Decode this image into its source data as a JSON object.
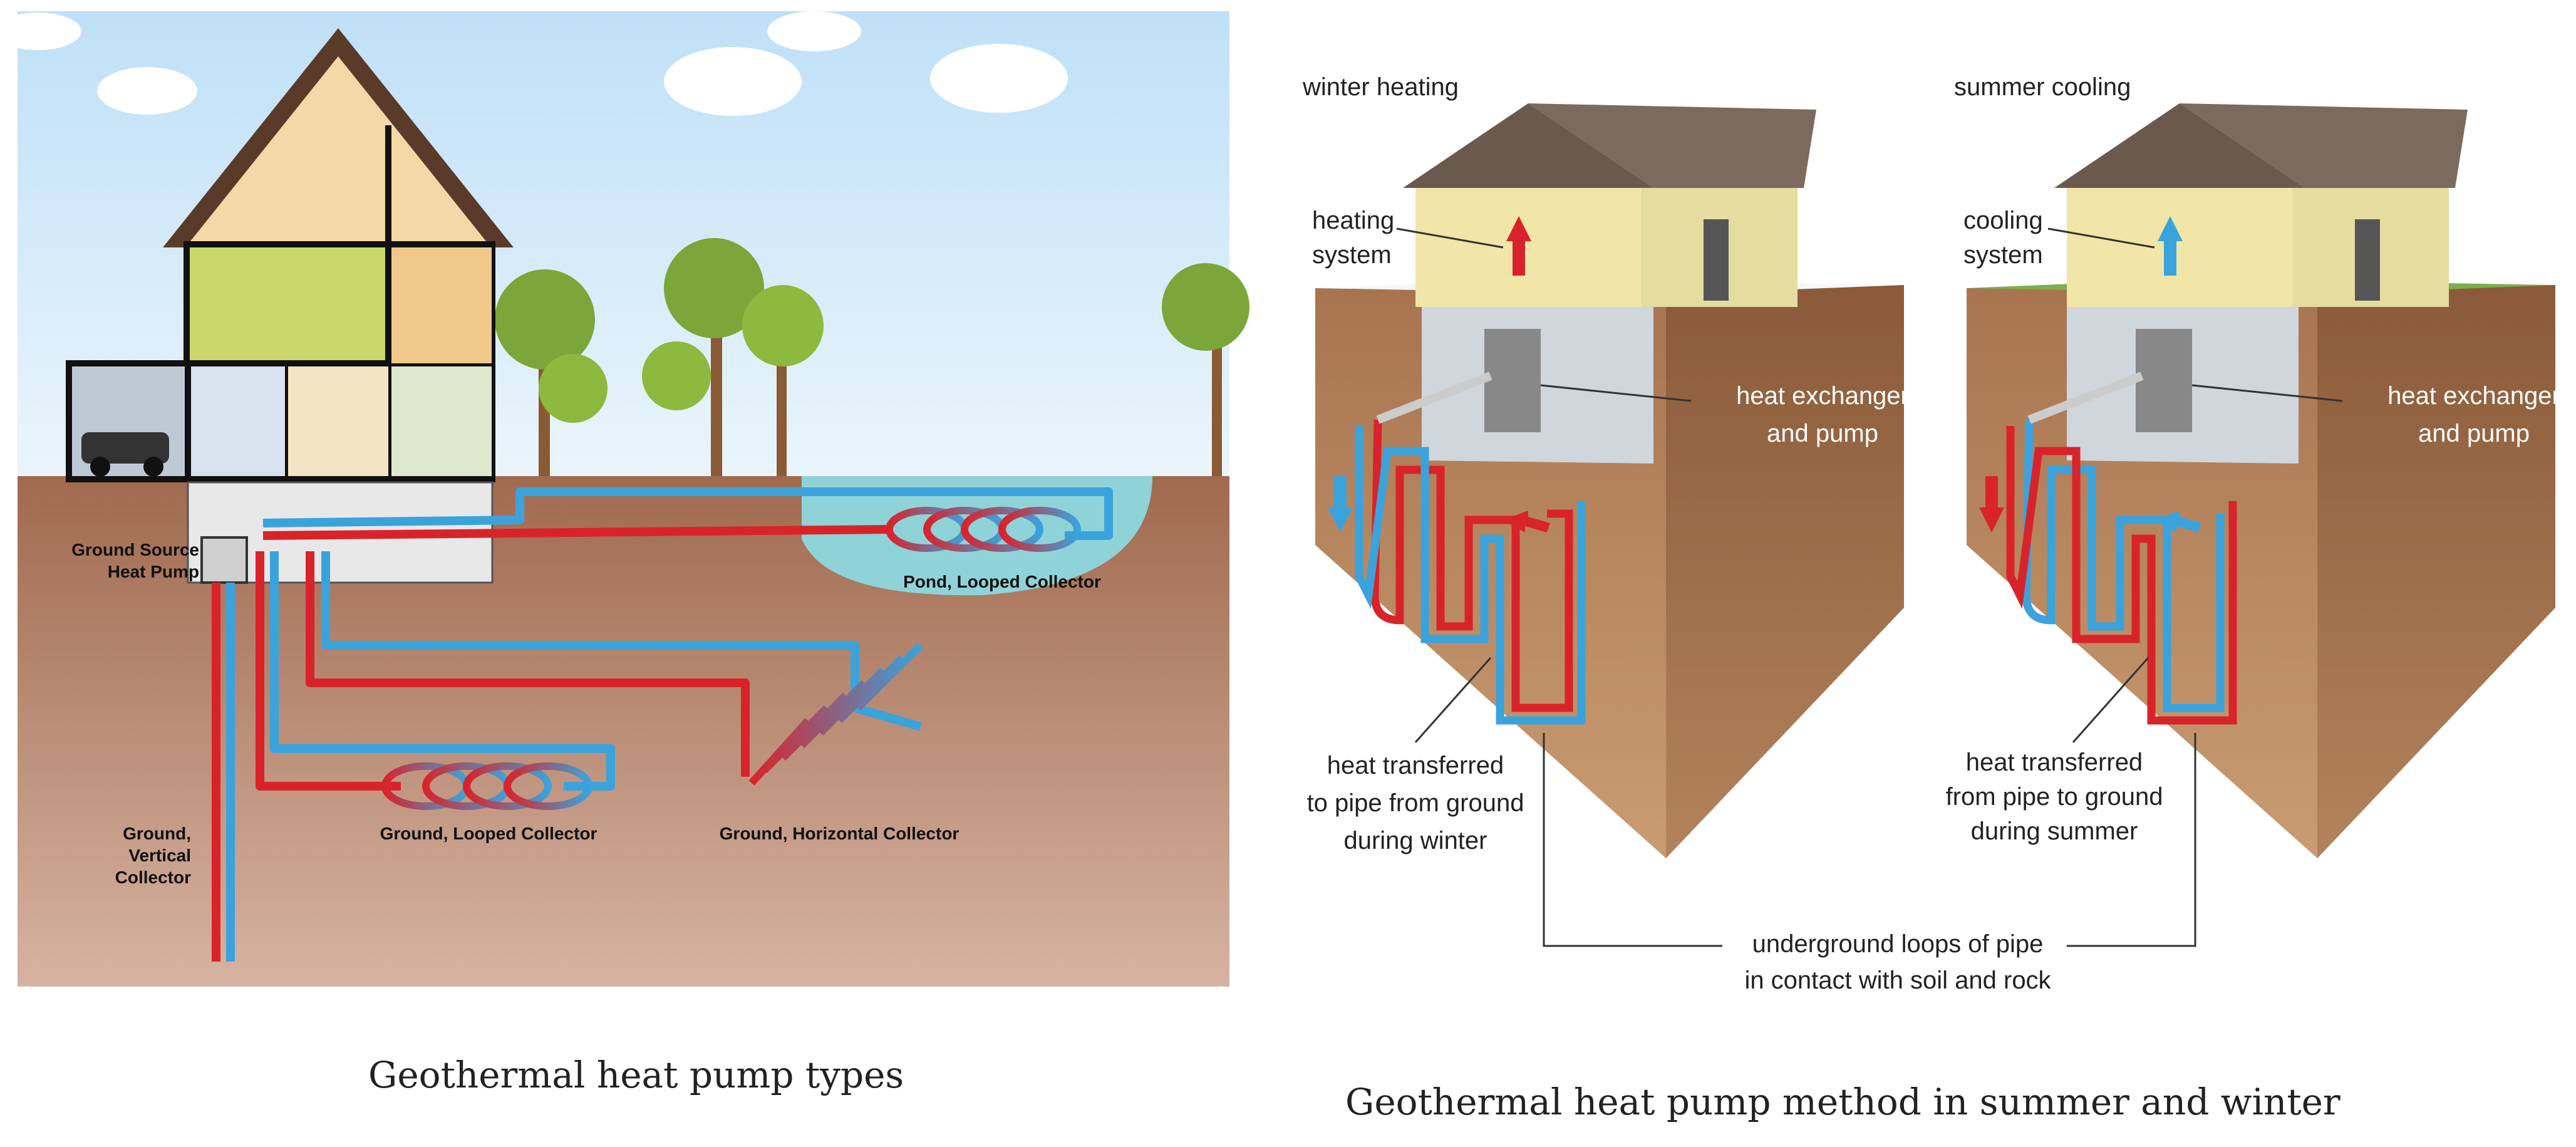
{
  "left_figure": {
    "labels": {
      "heat_pump": [
        "Ground Source",
        "Heat Pump"
      ],
      "pond": "Pond, Looped Collector",
      "vertical": [
        "Ground,",
        "Vertical",
        "Collector"
      ],
      "looped": "Ground, Looped Collector",
      "horizontal": "Ground, Horizontal Collector"
    },
    "caption": "Geothermal heat pump types"
  },
  "right_figure": {
    "winter": {
      "title": "winter heating",
      "system_label": [
        "heating",
        "system"
      ],
      "exchanger_label": [
        "heat exchanger",
        "and pump"
      ],
      "transfer_label": [
        "heat transferred",
        "to pipe from ground",
        "during winter"
      ]
    },
    "summer": {
      "title": "summer cooling",
      "system_label": [
        "cooling",
        "system"
      ],
      "exchanger_label": [
        "heat exchanger",
        "and pump"
      ],
      "transfer_label": [
        "heat transferred",
        "from pipe to ground",
        "during summer"
      ]
    },
    "loops_label": [
      "underground loops of pipe",
      "in contact with soil and rock"
    ],
    "caption": "Geothermal heat pump method in summer and winter"
  },
  "colors": {
    "hot_pipe": "#d9232a",
    "cold_pipe": "#3aa3dc",
    "sky": "#cfe6f5",
    "soil": "#a9775a"
  }
}
